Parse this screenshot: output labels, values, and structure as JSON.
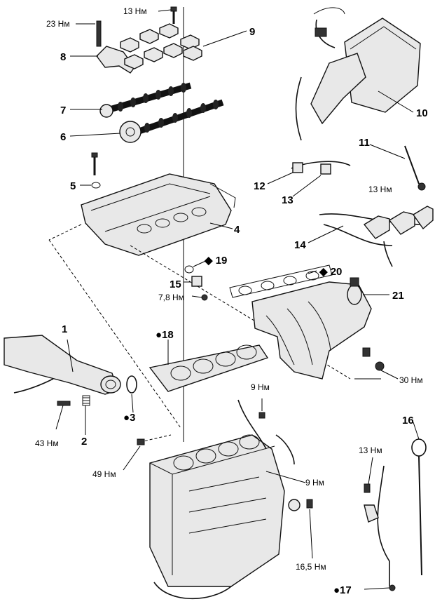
{
  "callouts": [
    {
      "id": "c1",
      "text": "1"
    },
    {
      "id": "c2",
      "text": "2"
    },
    {
      "id": "c3",
      "text": "●3"
    },
    {
      "id": "c4",
      "text": "4"
    },
    {
      "id": "c5",
      "text": "5"
    },
    {
      "id": "c6",
      "text": "6"
    },
    {
      "id": "c7",
      "text": "7"
    },
    {
      "id": "c8",
      "text": "8"
    },
    {
      "id": "c9",
      "text": "9"
    },
    {
      "id": "c10",
      "text": "10"
    },
    {
      "id": "c11",
      "text": "11"
    },
    {
      "id": "c12",
      "text": "12"
    },
    {
      "id": "c13",
      "text": "13"
    },
    {
      "id": "c14",
      "text": "14"
    },
    {
      "id": "c15",
      "text": "15"
    },
    {
      "id": "c16",
      "text": "16"
    },
    {
      "id": "c17",
      "text": "●17"
    },
    {
      "id": "c18",
      "text": "●18"
    },
    {
      "id": "c19",
      "text": "◆ 19"
    },
    {
      "id": "c20",
      "text": "◆ 20"
    },
    {
      "id": "c21",
      "text": "21"
    }
  ],
  "torques": [
    {
      "id": "t13a",
      "text": "13 Нм"
    },
    {
      "id": "t23",
      "text": "23 Нм"
    },
    {
      "id": "t13b",
      "text": "13 Нм"
    },
    {
      "id": "t78",
      "text": "7,8 Нм"
    },
    {
      "id": "t30",
      "text": "30 Нм"
    },
    {
      "id": "t9a",
      "text": "9 Нм"
    },
    {
      "id": "t43",
      "text": "43 Нм"
    },
    {
      "id": "t49",
      "text": "49 Нм"
    },
    {
      "id": "t9b",
      "text": "9 Нм"
    },
    {
      "id": "t13c",
      "text": "13 Нм"
    },
    {
      "id": "t165",
      "text": "16,5 Нм"
    }
  ]
}
